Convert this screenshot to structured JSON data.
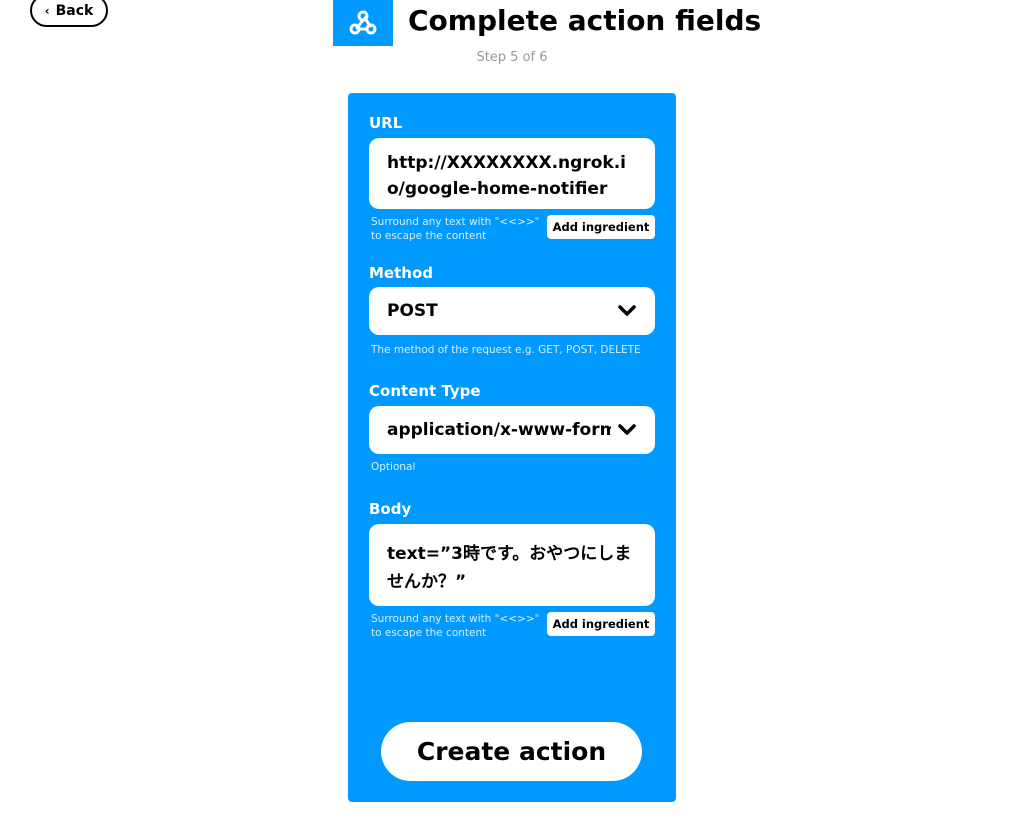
{
  "header": {
    "back_label": "Back",
    "title": "Complete action fields",
    "step": "Step 5 of 6",
    "service_icon": "webhooks-icon",
    "accent_color": "#0099ff"
  },
  "form": {
    "url": {
      "label": "URL",
      "value": "http://XXXXXXXX.ngrok.io/google-home-notifier",
      "helper": "Surround any text with \"<<>>\" to escape the content",
      "ingredient_label": "Add ingredient"
    },
    "method": {
      "label": "Method",
      "value": "POST",
      "helper": "The method of the request e.g. GET, POST, DELETE"
    },
    "content_type": {
      "label": "Content Type",
      "value": "application/x-www-form-ur",
      "helper": "Optional"
    },
    "body": {
      "label": "Body",
      "value": "text=”3時です。おやつにしませんか？”",
      "helper": "Surround any text with \"<<>>\" to escape the content",
      "ingredient_label": "Add ingredient"
    },
    "submit_label": "Create action"
  }
}
